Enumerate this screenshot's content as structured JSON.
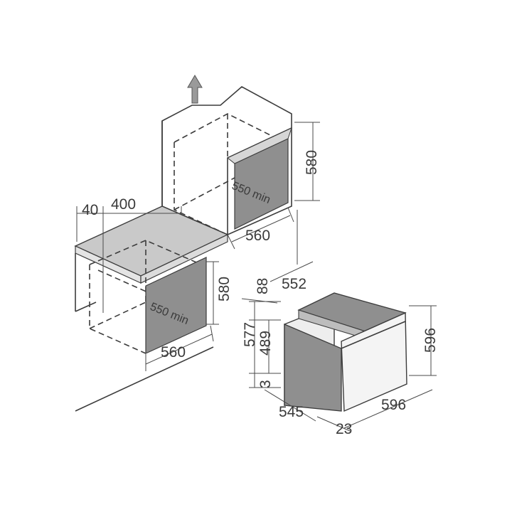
{
  "colors": {
    "line": "#3c3c3c",
    "cavity": "#8f8f8f",
    "surface": "#c9c9c9",
    "face": "#eeeeee",
    "arrow": "#9a9a9a"
  },
  "column_install": {
    "height": "580",
    "depth_min": "550 min",
    "width": "560"
  },
  "undercounter_install": {
    "offset": "40",
    "worktop": "400",
    "height": "580",
    "depth_min": "550 min",
    "width": "560"
  },
  "oven": {
    "top_gap": "88",
    "depth": "552",
    "total_height": "577",
    "cavity_height": "489",
    "bottom_gap": "3",
    "body_depth": "545",
    "front_height": "596",
    "front_width": "596",
    "door_thickness": "23"
  },
  "icons": {
    "vent_arrow": "up-arrow-icon"
  }
}
